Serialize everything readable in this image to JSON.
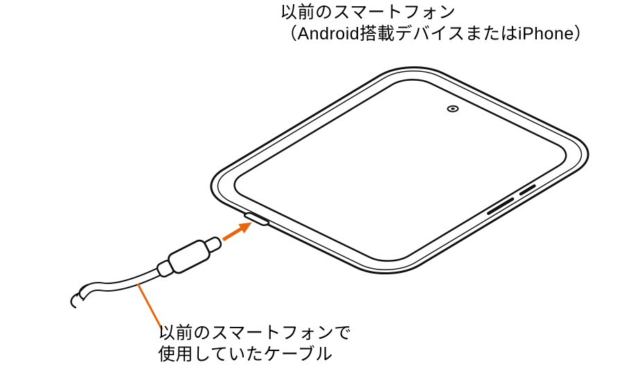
{
  "labels": {
    "device": {
      "line1": "以前のスマートフォン",
      "line2": "（Android搭載デバイスまたはiPhone）"
    },
    "cable": {
      "line1": "以前のスマートフォンで",
      "line2": "使用していたケーブル"
    }
  },
  "colors": {
    "accent_orange": "#E8660D",
    "line_black": "#111111",
    "background": "#FFFFFF"
  },
  "icons": {
    "phone_illustration": "tilted rounded-rectangle smartphone line drawing",
    "front_camera_icon": "small circle with center dot near right end of screen",
    "usb_port": "small oval slot on lower-left phone edge",
    "usb_c_connector": "rounded plug with metal tip pointing at port",
    "cable_break_mark": "wavy break strokes at cable end",
    "insertion_arrow": "solid orange arrow pointing into the port",
    "leader_line": "orange line from cable to caption"
  }
}
